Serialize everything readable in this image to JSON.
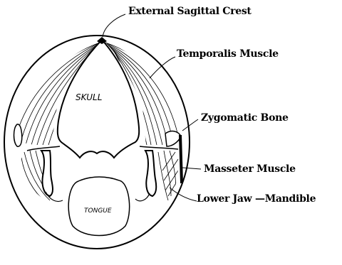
{
  "labels": {
    "sagittal_crest": "External Sagittal Crest",
    "temporalis": "Temporalis Muscle",
    "zygomatic": "Zygomatic Bone",
    "masseter": "Masseter Muscle",
    "mandible": "Lower Jaw —Mandible"
  },
  "handwritten": {
    "skull": "SKULL",
    "tongue": "TONGUE"
  },
  "colors": {
    "ink": "#000000",
    "paper": "#ffffff"
  }
}
